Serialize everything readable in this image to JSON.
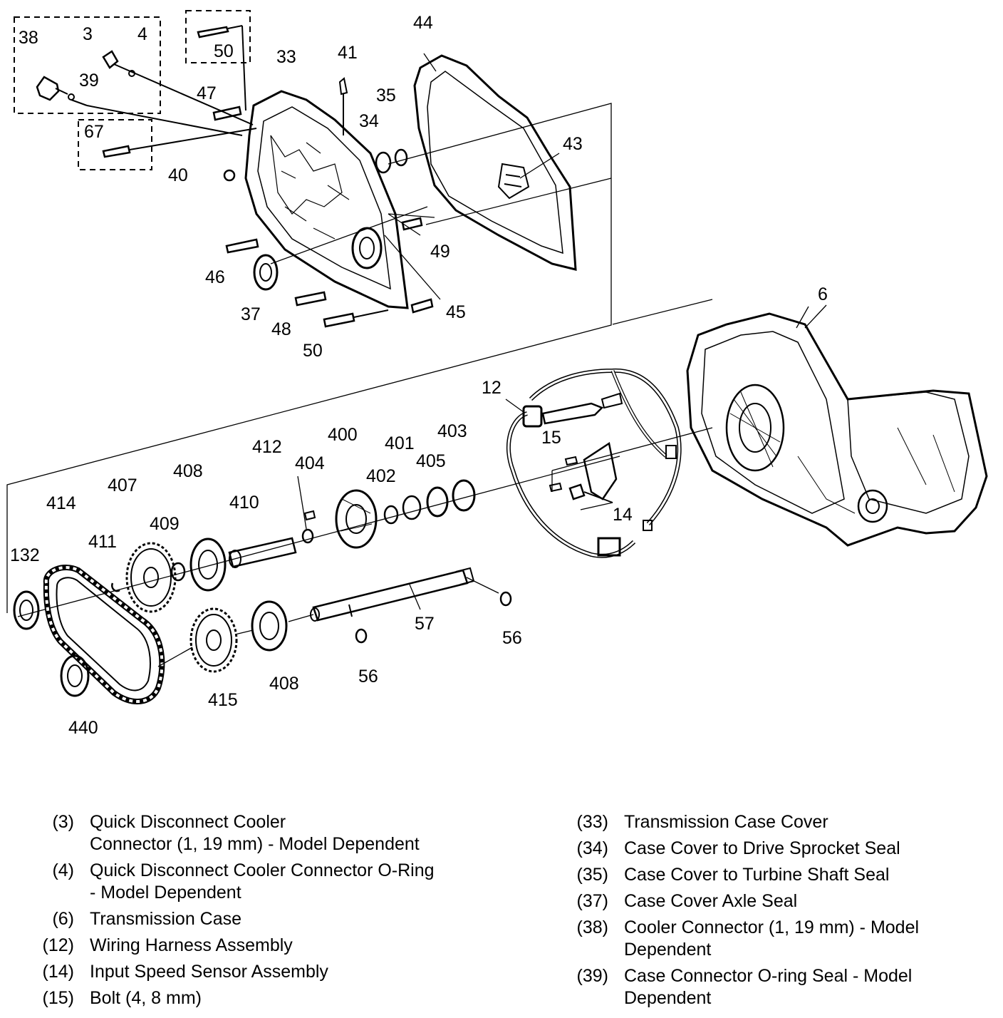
{
  "callouts": {
    "c38": "38",
    "c3": "3",
    "c4": "4",
    "c39": "39",
    "c50a": "50",
    "c33": "33",
    "c41": "41",
    "c44": "44",
    "c47": "47",
    "c67": "67",
    "c35": "35",
    "c34": "34",
    "c43": "43",
    "c40": "40",
    "c49": "49",
    "c46": "46",
    "c37": "37",
    "c48": "48",
    "c45": "45",
    "c50b": "50",
    "c6": "6",
    "c12": "12",
    "c15": "15",
    "c14": "14",
    "c400": "400",
    "c403": "403",
    "c401": "401",
    "c405": "405",
    "c402": "402",
    "c412": "412",
    "c404": "404",
    "c408a": "408",
    "c407": "407",
    "c410": "410",
    "c414": "414",
    "c409": "409",
    "c411": "411",
    "c132": "132",
    "c57": "57",
    "c56a": "56",
    "c56b": "56",
    "c408b": "408",
    "c415": "415",
    "c440": "440"
  },
  "legend_left": [
    {
      "num": "(3)",
      "desc": "Quick Disconnect Cooler\nConnector (1, 19 mm) - Model Dependent"
    },
    {
      "num": "(4)",
      "desc": "Quick Disconnect Cooler Connector O-Ring\n- Model Dependent"
    },
    {
      "num": "(6)",
      "desc": "Transmission Case"
    },
    {
      "num": "(12)",
      "desc": "Wiring Harness Assembly"
    },
    {
      "num": "(14)",
      "desc": "Input Speed Sensor Assembly"
    },
    {
      "num": "(15)",
      "desc": "Bolt (4, 8 mm)"
    }
  ],
  "legend_right": [
    {
      "num": "(33)",
      "desc": "Transmission Case Cover"
    },
    {
      "num": "(34)",
      "desc": "Case Cover to Drive Sprocket Seal"
    },
    {
      "num": "(35)",
      "desc": "Case Cover to Turbine Shaft Seal"
    },
    {
      "num": "(37)",
      "desc": "Case Cover Axle Seal"
    },
    {
      "num": "(38)",
      "desc": "Cooler Connector (1, 19 mm) - Model\nDependent"
    },
    {
      "num": "(39)",
      "desc": "Case Connector O-ring Seal - Model\nDependent"
    }
  ]
}
